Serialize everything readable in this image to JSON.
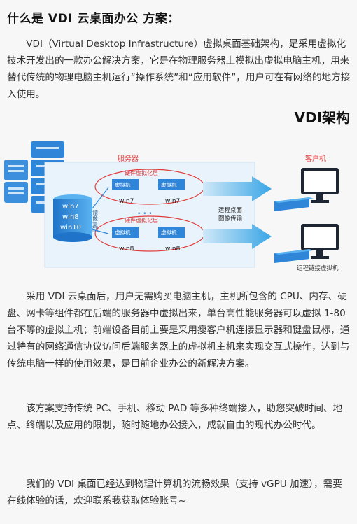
{
  "heading": "什么是  VDI 云桌面办公  方案：",
  "paragraphs": {
    "p1": "VDI（Virtual Desktop Infrastructure）虚拟桌面基础架构，是采用虚拟化技术开发出的一款办公解决方案，它是在物理服务器上模拟出虚拟电脑主机，用来替代传统的物理电脑主机运行“操作系统”和“应用软件”，用户可在有网络的地方接入使用。",
    "p2": "采用 VDI 云桌面后，用户无需购买电脑主机，主机所包含的 CPU、内存、硬盘、网卡等组件都在后端的服务器中虚拟出来，单台高性能服务器可以虚拟 1-80 台不等的虚拟主机；前端设备目前主要是采用瘦客户机连接显示器和键盘鼠标，通过特有的网络通信协议访问后端服务器上的虚拟机主机来实现交互式操作，达到与传统电脑一样的使用效果，是目前企业办公的新解决方案。",
    "p3": "该方案支持传统 PC、手机、移动 PAD 等多种终端接入，助您突破时间、地点、终端以及应用的限制，随时随地办公接入，成就自由的现代办公时代。",
    "p4": "我们的 VDI 桌面已经达到物理计算机的流畅效果（支持 vGPU 加速），需要在线体验的话，欢迎联系我获取体验账号~"
  },
  "diagram": {
    "title": "VDI架构",
    "server_label": "服务器",
    "client_label": "客户机",
    "layer_label_top": "硬件虚拟化层",
    "layer_label_bottom": "硬件虚拟化层",
    "vm_label": "虚拟机",
    "db_items": [
      "win7",
      "win8",
      "win10"
    ],
    "mirror_label": "镜像复制",
    "vm_os_top": [
      "win7",
      "win7"
    ],
    "vm_os_bottom": [
      "win8",
      "win8"
    ],
    "dots": "• • •",
    "transfer_label_1": "远程桌面",
    "transfer_label_2": "图像传输",
    "client_caption": "远程链接虚拟机",
    "colors": {
      "blue": "#2f86d8",
      "light_blue": "#5bb7f0",
      "red": "#e03b3b",
      "panel_bg": "#eaf4fb",
      "dark": "#1f2633"
    }
  }
}
